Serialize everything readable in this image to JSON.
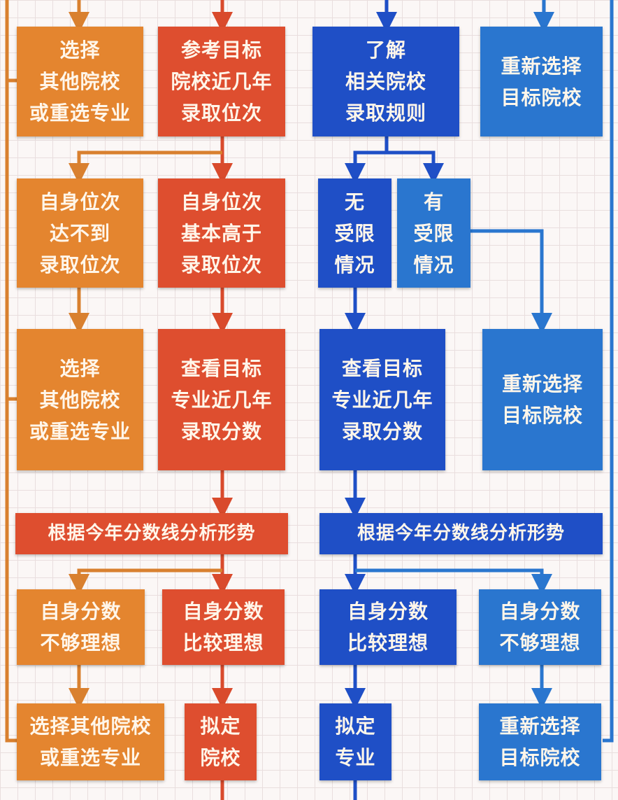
{
  "colors": {
    "orange": "#e4852f",
    "red": "#de4e2f",
    "blue": "#1f4fc6",
    "light_blue": "#2a76cf"
  },
  "orange_column": {
    "row1": "选择\n其他院校\n或重选专业",
    "row2": "自身位次\n达不到\n录取位次",
    "row3": "选择\n其他院校\n或重选专业",
    "row5": "自身分数\n不够理想",
    "row6": "选择其他院校\n或重选专业"
  },
  "red_column": {
    "row1": "参考目标\n院校近几年\n录取位次",
    "row2": "自身位次\n基本高于\n录取位次",
    "row3": "查看目标\n专业近几年\n录取分数",
    "banner": "根据今年分数线分析形势",
    "row5": "自身分数\n比较理想",
    "row6": "拟定\n院校"
  },
  "blue_column": {
    "row1": "了解\n相关院校\n录取规则",
    "row2_none": "无\n受限\n情况",
    "row2_has": "有\n受限\n情况",
    "row3": "查看目标\n专业近几年\n录取分数",
    "banner": "根据今年分数线分析形势",
    "row5": "自身分数\n比较理想",
    "row6": "拟定\n专业"
  },
  "light_blue_column": {
    "row1": "重新选择\n目标院校",
    "row3": "重新选择\n目标院校",
    "row5": "自身分数\n不够理想",
    "row6": "重新选择\n目标院校"
  }
}
